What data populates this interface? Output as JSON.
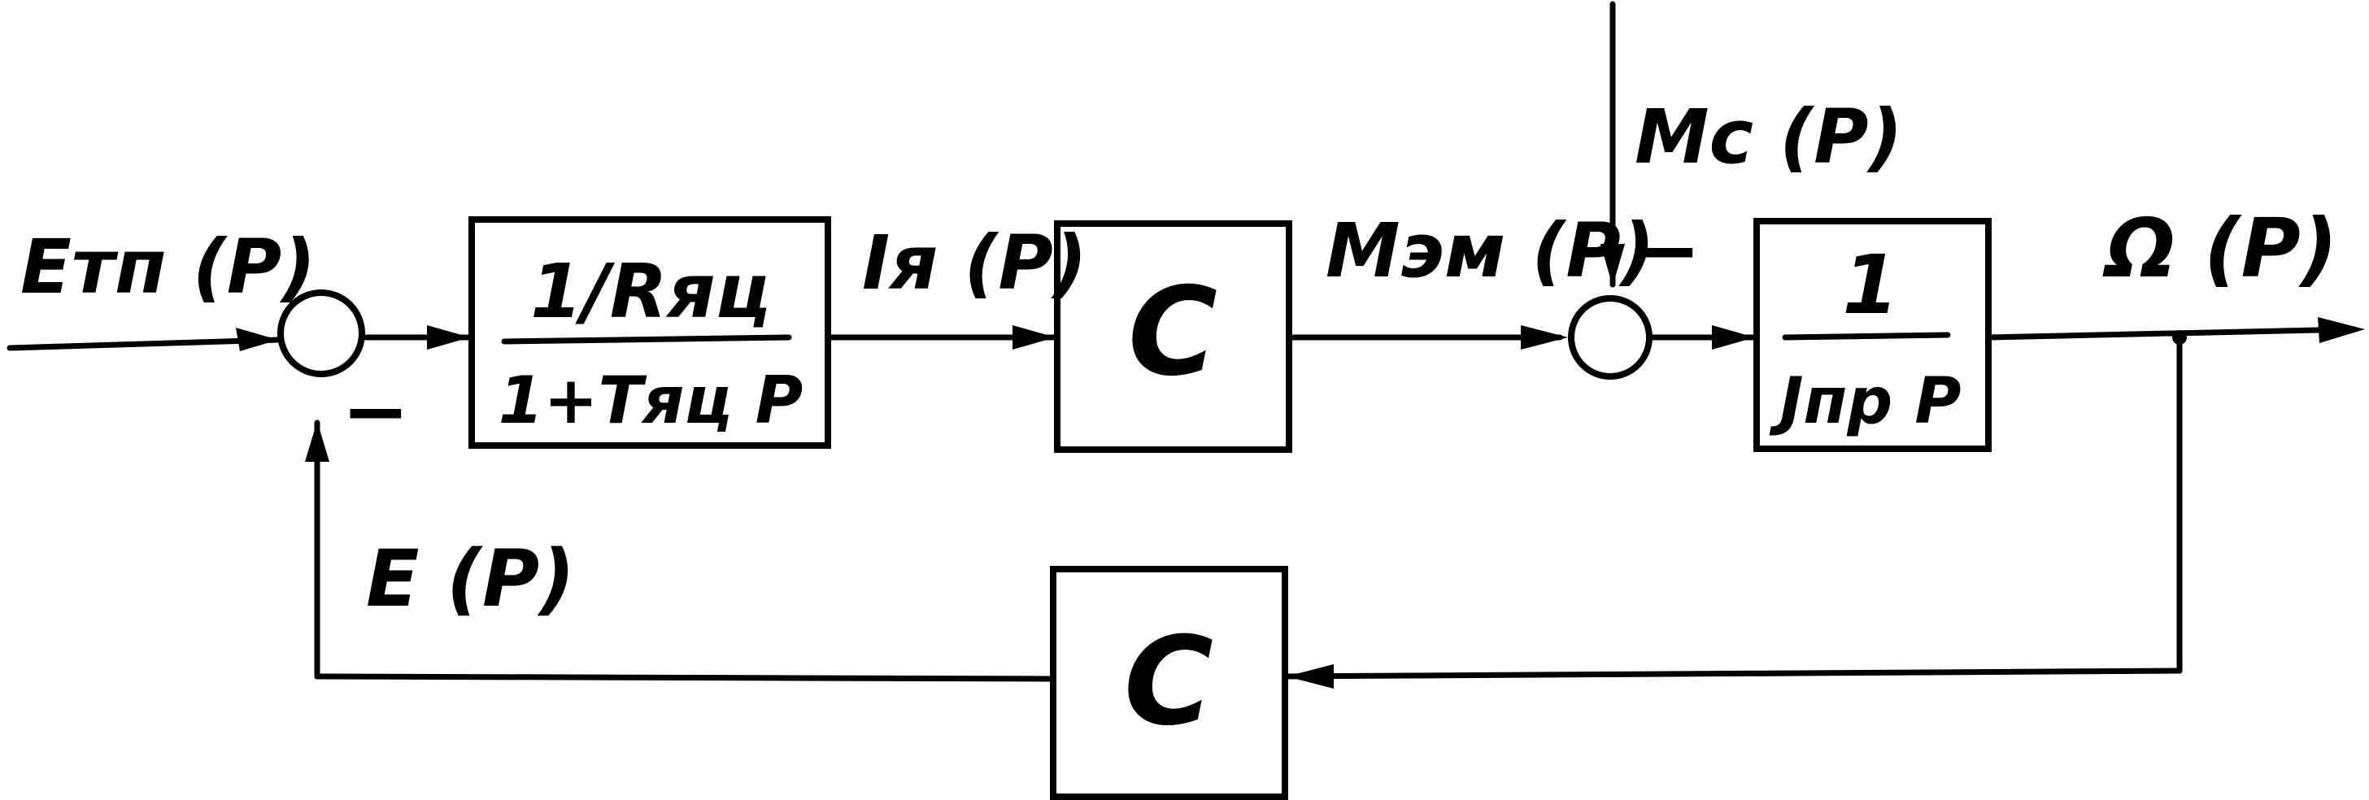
{
  "labels": {
    "input": "Eтп (P)",
    "armature_current": "Iя (P)",
    "em_torque": "Mэм (P)",
    "load_torque": "Mc (P)",
    "output": "Ω (P)",
    "feedback": "E (P)",
    "minus_sign_1": "−",
    "minus_sign_2": "−"
  },
  "blocks": {
    "armature": {
      "numerator": "1/Rяц",
      "denominator": "1+Tяц P"
    },
    "torque_const": {
      "text": "C"
    },
    "inertia": {
      "numerator": "1",
      "denominator": "Jпр P"
    },
    "feedback_const": {
      "text": "C"
    }
  }
}
